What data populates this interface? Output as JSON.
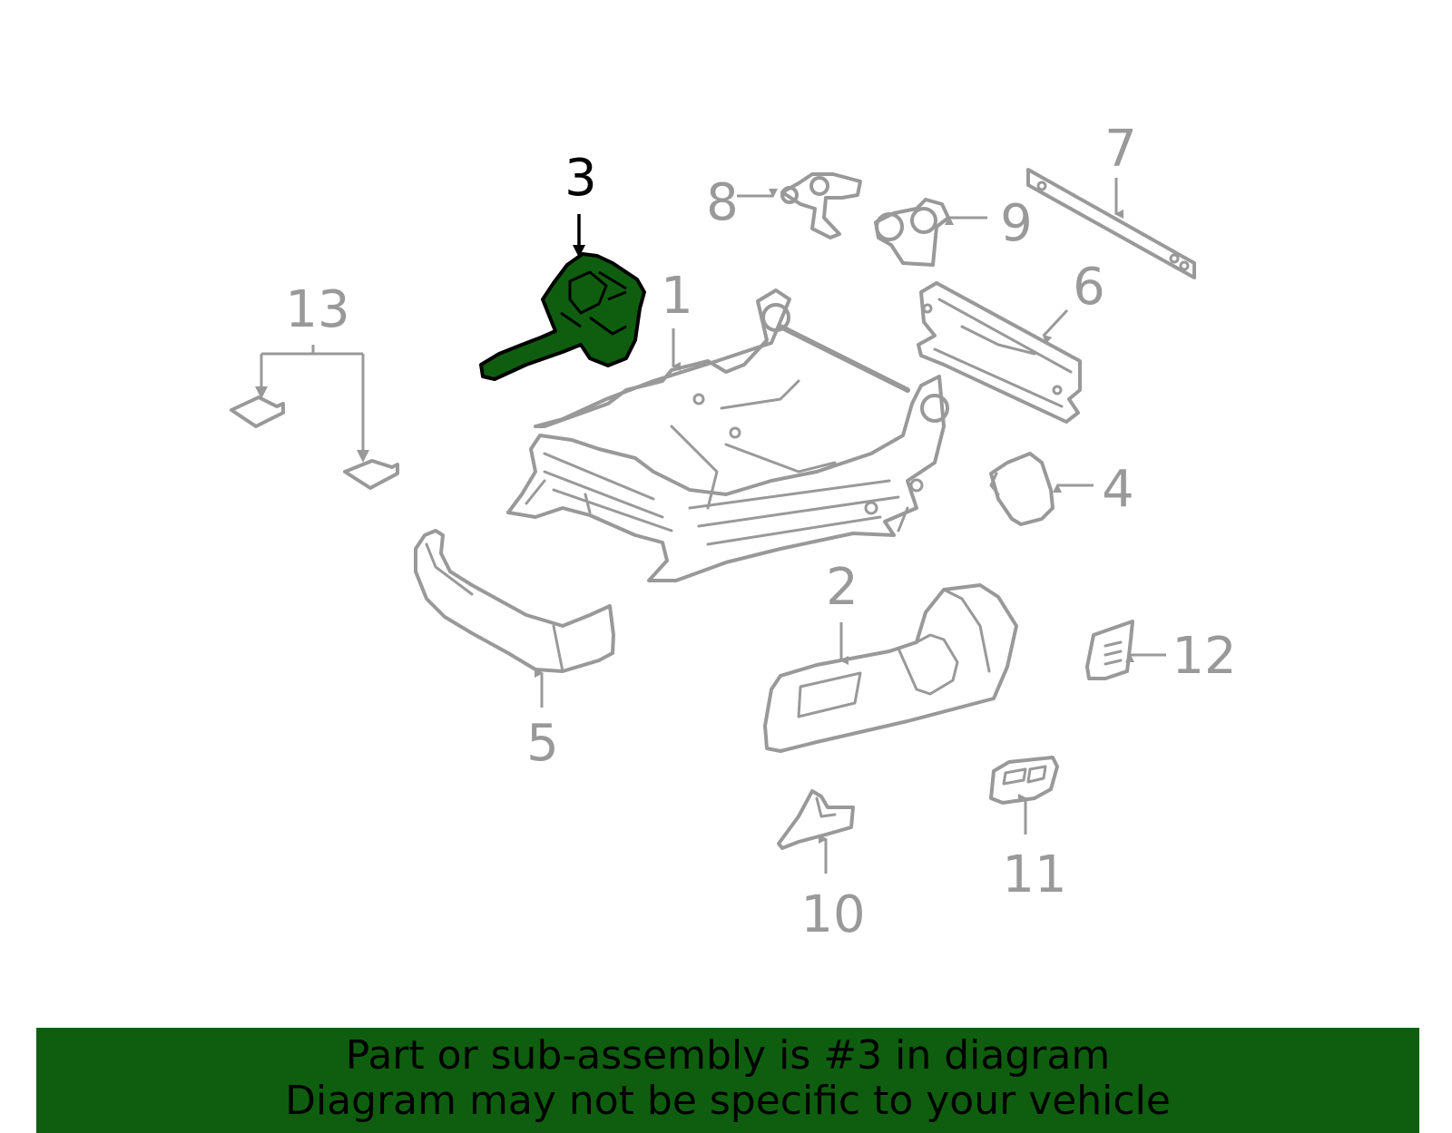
{
  "diagram": {
    "highlight_color": "#0f5e0f",
    "line_color": "#999999",
    "highlighted_part": "3",
    "callouts": [
      "1",
      "2",
      "3",
      "4",
      "5",
      "6",
      "7",
      "8",
      "9",
      "10",
      "11",
      "12",
      "13"
    ]
  },
  "banner": {
    "line1": "Part or sub-assembly is #3 in diagram",
    "line2": "Diagram may not be specific to your vehicle",
    "background": "#0f5e0f"
  }
}
